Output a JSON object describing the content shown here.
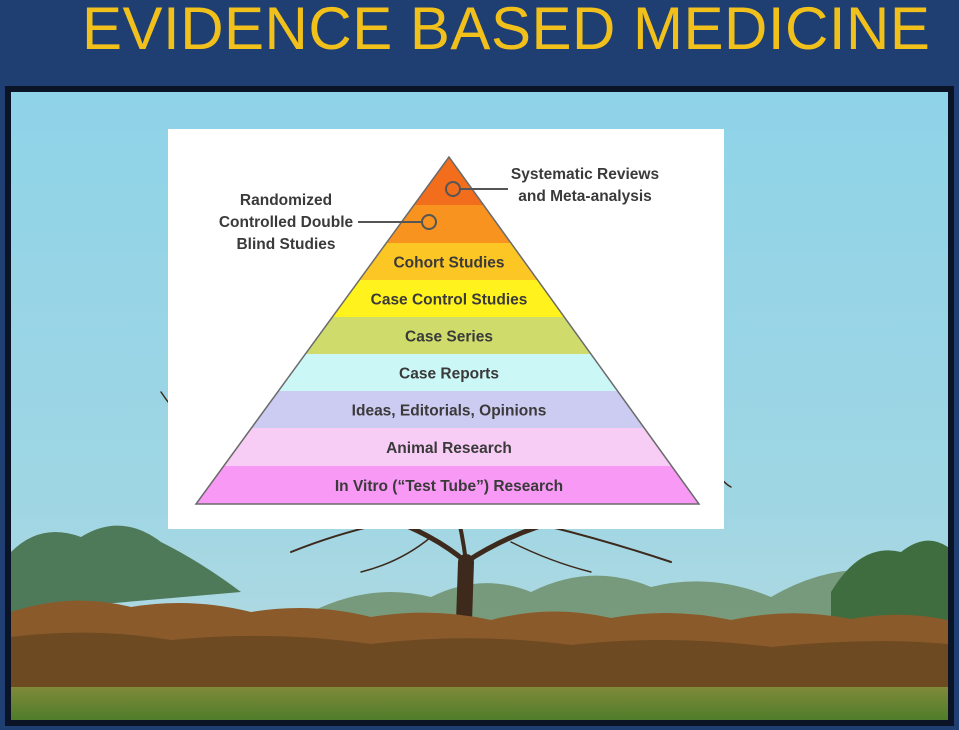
{
  "slide": {
    "title": "EVIDENCE BASED MEDICINE"
  },
  "pyramid": {
    "top_left_label_lines": [
      "Randomized",
      "Controlled Double",
      "Blind Studies"
    ],
    "top_right_label_lines": [
      "Systematic Reviews",
      "and Meta-analysis"
    ],
    "levels": [
      {
        "label": "",
        "color": "#f26d1c"
      },
      {
        "label": "",
        "color": "#f7931e"
      },
      {
        "label": "Cohort Studies",
        "color": "#fcc624"
      },
      {
        "label": "Case Control Studies",
        "color": "#fff21d"
      },
      {
        "label": "Case Series",
        "color": "#cfdc6b"
      },
      {
        "label": "Case Reports",
        "color": "#ccf7f7"
      },
      {
        "label": "Ideas, Editorials, Opinions",
        "color": "#ccccf2"
      },
      {
        "label": "Animal Research",
        "color": "#f7ccf5"
      },
      {
        "label": "In Vitro (“Test Tube”) Research",
        "color": "#f799f5"
      }
    ]
  },
  "colors": {
    "title": "#f2c01a",
    "slide_background": "#1f3f73",
    "sky": "#8dd0e6"
  }
}
